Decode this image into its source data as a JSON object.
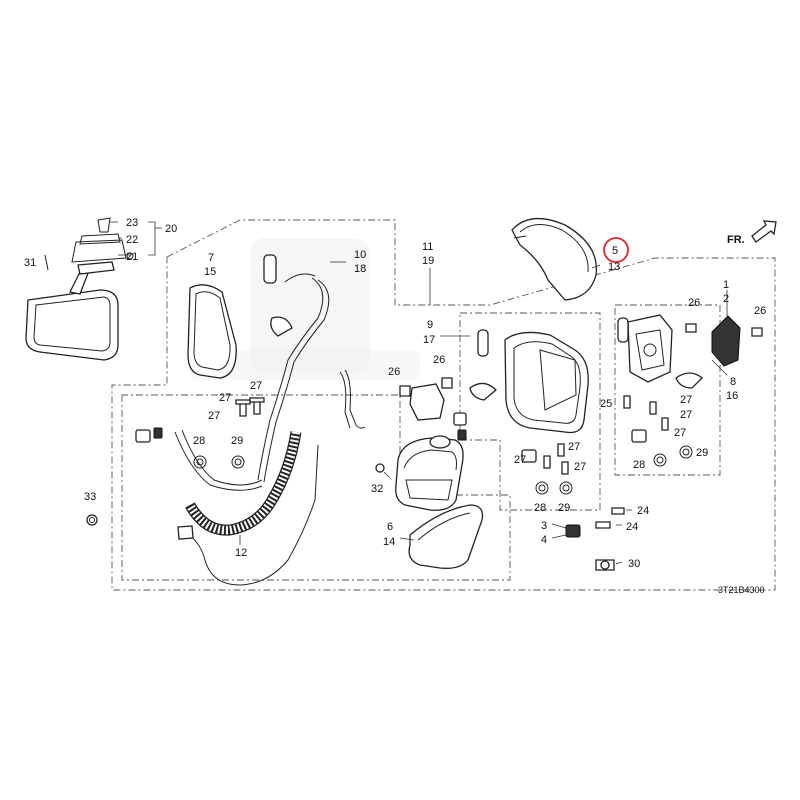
{
  "diagram": {
    "reference_code": "3T21B4300",
    "direction_label": "FR.",
    "highlight_color": "#e0242a",
    "highlighted_part": "5",
    "part_callouts": {
      "c1": "1",
      "c2": "2",
      "c3": "3",
      "c4": "4",
      "c5": "5",
      "c6": "6",
      "c7": "7",
      "c8": "8",
      "c9": "9",
      "c10": "10",
      "c11": "11",
      "c12": "12",
      "c13": "13",
      "c14": "14",
      "c15": "15",
      "c16": "16",
      "c17": "17",
      "c18": "18",
      "c19": "19",
      "c20": "20",
      "c21": "21",
      "c22": "22",
      "c23": "23",
      "c24": "24",
      "c25": "25",
      "c26": "26",
      "c27": "27",
      "c28": "28",
      "c29": "29",
      "c30": "30",
      "c31": "31",
      "c32": "32",
      "c33": "33"
    }
  }
}
